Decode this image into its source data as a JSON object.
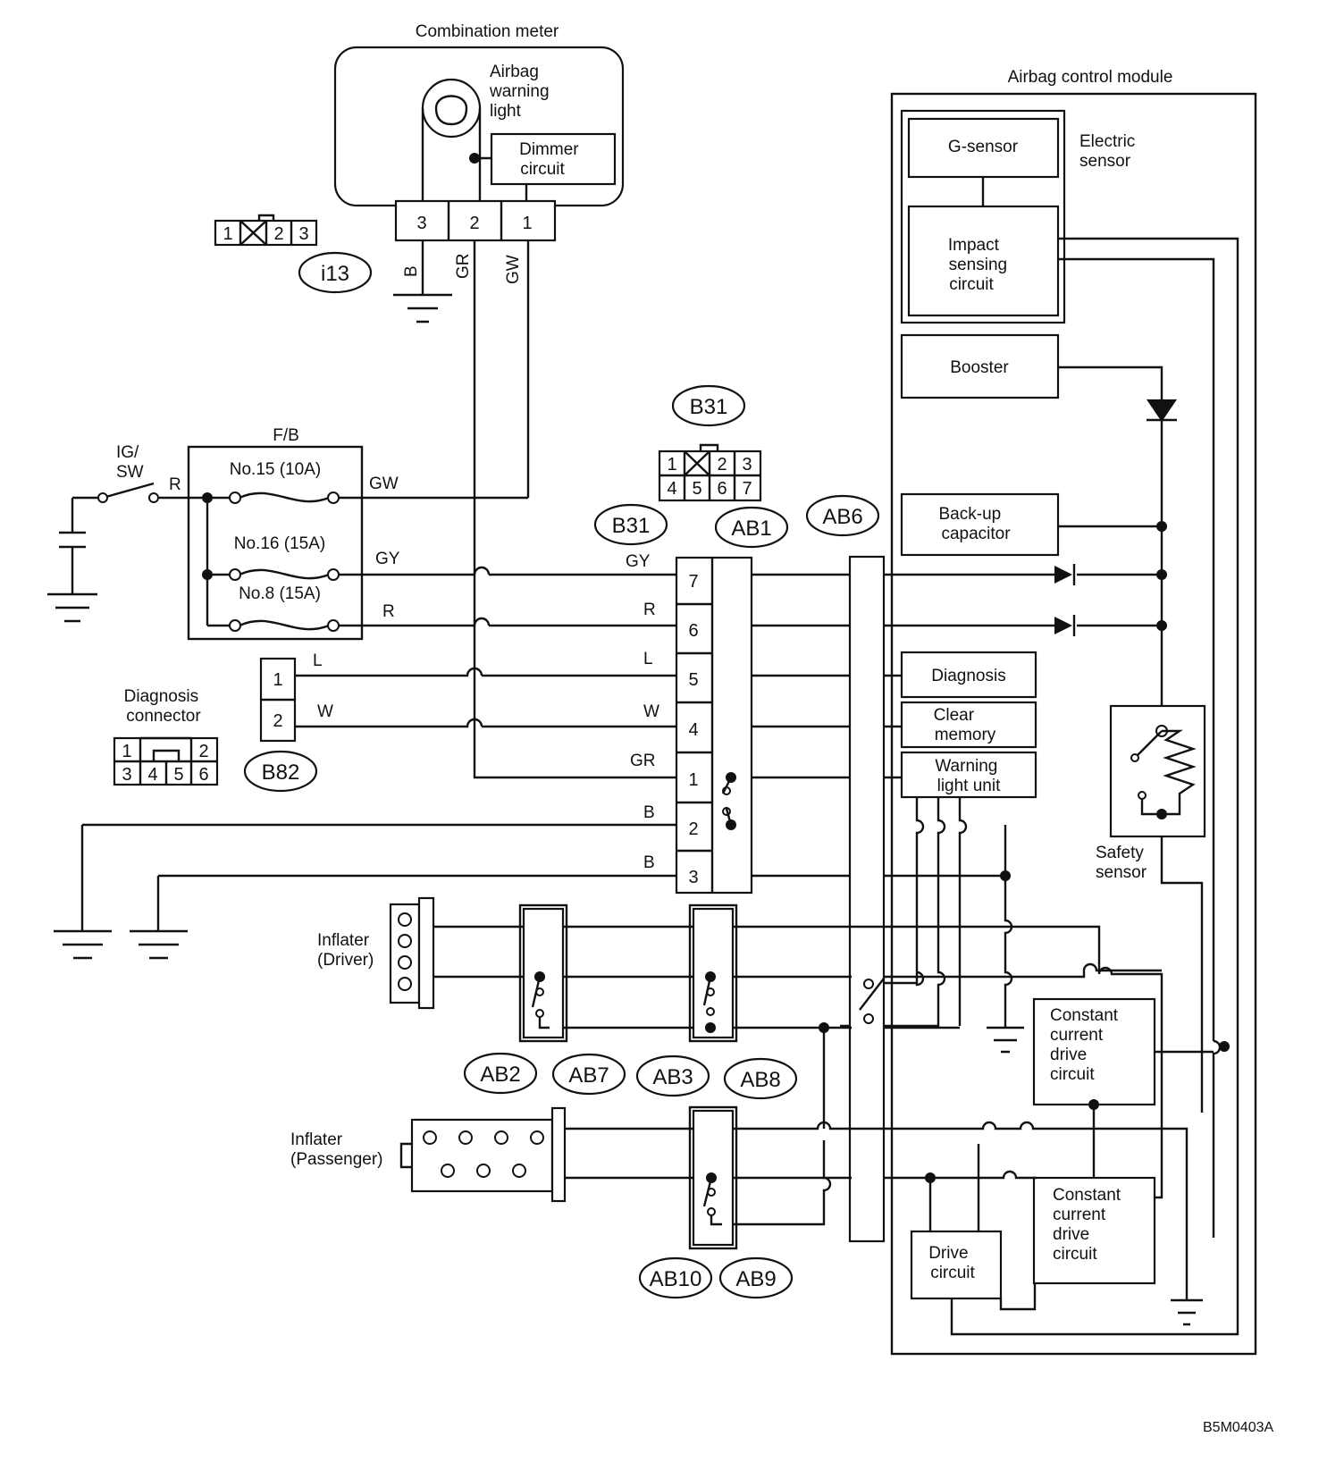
{
  "combination_meter": {
    "title": "Combination meter",
    "light_label": [
      "Airbag",
      "warning",
      "light"
    ],
    "dimmer_label": [
      "Dimmer",
      "circuit"
    ],
    "pins": [
      "3",
      "2",
      "1"
    ],
    "wires": [
      "B",
      "GR",
      "GW"
    ]
  },
  "connectors": {
    "i13": "i13",
    "i13_pins": [
      "1",
      "2",
      "3"
    ],
    "b31_top": "B31",
    "b31_pins_top": [
      "1",
      "2",
      "3"
    ],
    "b31_pins_bottom": [
      "4",
      "5",
      "6",
      "7"
    ],
    "b31": "B31",
    "ab1": "AB1",
    "ab6": "AB6",
    "b82": "B82",
    "b82_pins": [
      "1",
      "2"
    ],
    "ab2": "AB2",
    "ab7": "AB7",
    "ab3": "AB3",
    "ab8": "AB8",
    "ab10": "AB10",
    "ab9": "AB9"
  },
  "power": {
    "ig_sw": [
      "IG/",
      "SW"
    ],
    "r_wire": "R",
    "fb_title": "F/B",
    "fuses": [
      "No.15 (10A)",
      "No.16 (15A)",
      "No.8 (15A)"
    ],
    "fuse_wires": [
      "GW",
      "GY",
      "R"
    ]
  },
  "diagnosis_connector": {
    "title": [
      "Diagnosis",
      "connector"
    ],
    "pins_top": [
      "1",
      "2"
    ],
    "pins_bottom": [
      "3",
      "4",
      "5",
      "6"
    ]
  },
  "harness": {
    "wires": [
      "GY",
      "R",
      "L",
      "W",
      "GR",
      "B",
      "B"
    ],
    "pins": [
      "7",
      "6",
      "5",
      "4",
      "1",
      "2",
      "3"
    ],
    "b82_wires": [
      "L",
      "W"
    ]
  },
  "module": {
    "title": "Airbag control module",
    "electric_sensor": [
      "Electric",
      "sensor"
    ],
    "g_sensor": "G-sensor",
    "impact": [
      "Impact",
      "sensing",
      "circuit"
    ],
    "booster": "Booster",
    "backup": [
      "Back-up",
      "capacitor"
    ],
    "diagnosis": "Diagnosis",
    "clear_memory": [
      "Clear",
      "memory"
    ],
    "warning_unit": [
      "Warning",
      "light unit"
    ],
    "safety_sensor": [
      "Safety",
      "sensor"
    ],
    "ccd1": [
      "Constant",
      "current",
      "drive",
      "circuit"
    ],
    "ccd2": [
      "Constant",
      "current",
      "drive",
      "circuit"
    ],
    "drive": [
      "Drive",
      "circuit"
    ]
  },
  "inflaters": {
    "driver": [
      "Inflater",
      "(Driver)"
    ],
    "passenger": [
      "Inflater",
      "(Passenger)"
    ]
  },
  "figure_code": "B5M0403A"
}
